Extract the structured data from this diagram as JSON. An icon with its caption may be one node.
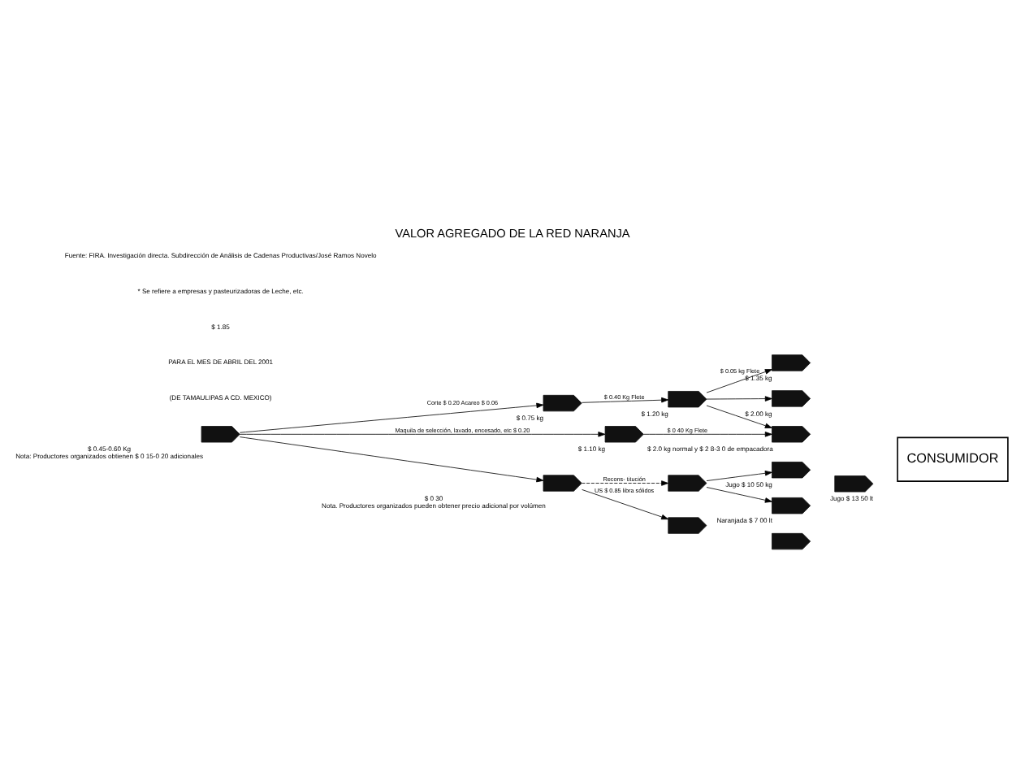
{
  "diagram": {
    "title": "VALOR AGREGADO DE LA RED NARANJA",
    "nodes": [
      {
        "text": [],
        "shape": "pentagon",
        "beside": [
          "$ 0.45-0.60 Kg",
          "Nota: Productores organizados obtienen $ 0 15-0 20 adicionales"
        ]
      },
      {
        "text": [],
        "shape": "pentagon",
        "beside": [
          "$ 0.75 kg"
        ]
      },
      {
        "text": [],
        "shape": "pentagon",
        "beside": [
          "$ 1.10 kg"
        ]
      },
      {
        "text": [],
        "shape": "pentagon",
        "beside": [
          "$ 1.20 kg"
        ]
      },
      {
        "text": [],
        "shape": "pentagon",
        "beside": [
          "$ 1.35 kg"
        ]
      },
      {
        "text": [],
        "shape": "pentagon",
        "beside": [
          "$ 2.00 kg"
        ]
      },
      {
        "text": [],
        "shape": "pentagon",
        "beside": [
          "$ 2.0 kg normal y $ 2 8-3 0 de empacadora"
        ]
      },
      {
        "text": [],
        "shape": "pentagon",
        "beside": [
          "$ 0 30",
          "Nota. Productores organizados pueden obtener precio adicional por volúmen"
        ]
      },
      {
        "text": [],
        "shape": "pentagon"
      },
      {
        "text": [],
        "shape": "pentagon",
        "beside": [
          "Jugo $ 10 50 kg"
        ]
      },
      {
        "text": [],
        "shape": "pentagon",
        "beside": [
          "Naranjada $ 7 00 lt"
        ]
      },
      {
        "text": [],
        "shape": "pentagon"
      },
      {
        "text": [],
        "shape": "pentagon"
      },
      {
        "text": [],
        "shape": "pentagon",
        "beside": [
          "Jugo $ 13 50 lt"
        ]
      },
      {
        "text": [
          "CONSUMIDOR"
        ]
      }
    ],
    "edges": [
      {
        "from": 0,
        "to": 1,
        "arrow": "to",
        "label": "Corte $ 0.20 Acareo $ 0.06"
      },
      {
        "from": 0,
        "to": 2,
        "arrow": "to",
        "label": "Maquila de selección, lavado, encesado, etc $ 0.20"
      },
      {
        "from": 0,
        "to": 7,
        "arrow": "to"
      },
      {
        "from": 1,
        "to": 3,
        "arrow": "to",
        "label": "$ 0.40 Kg Flete"
      },
      {
        "from": 3,
        "to": 4,
        "arrow": "to",
        "label": "$ 0.05 kg Flete"
      },
      {
        "from": 3,
        "to": 5,
        "arrow": "to"
      },
      {
        "from": 3,
        "to": 6,
        "arrow": "to"
      },
      {
        "from": 2,
        "to": 6,
        "arrow": "to",
        "label": "$ 0 40 Kg Flete"
      },
      {
        "from": 7,
        "to": 8,
        "arrow": "to",
        "label": "Recons- titución",
        "style": "dashed"
      },
      {
        "from": 7,
        "to": 11,
        "arrow": "to",
        "label": "US $ 0.85 libra sólidos"
      },
      {
        "from": 8,
        "to": 9,
        "arrow": "to"
      },
      {
        "from": 8,
        "to": 10,
        "arrow": "to"
      }
    ],
    "labels": [
      "(DE TAMAULIPAS A CD. MEXICO)",
      "PARA EL MES DE ABRIL DEL 2001",
      "$ 1.85",
      "* Se refiere a empresas y pasteurizadoras de Leche, etc.",
      "Fuente: FIRA. Investigación directa. Subdirección de Análisis de Cadenas Productivas/José Ramos Novelo"
    ]
  }
}
